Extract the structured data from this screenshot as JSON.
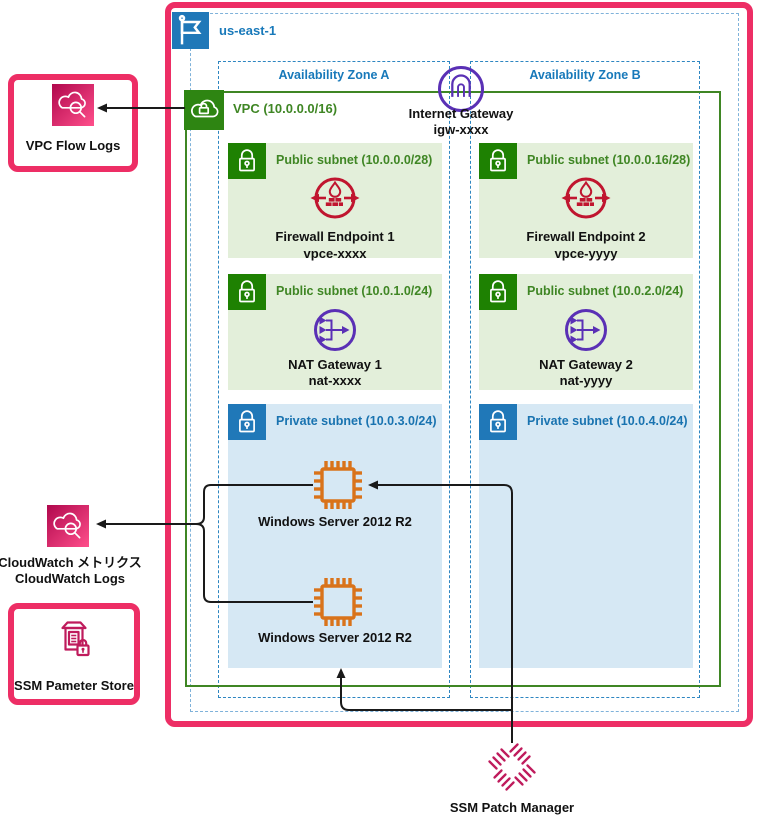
{
  "region": {
    "label": "us-east-1"
  },
  "azs": {
    "a": {
      "label": "Availability Zone A"
    },
    "b": {
      "label": "Availability Zone B"
    }
  },
  "vpc": {
    "label": "VPC (10.0.0.0/16)"
  },
  "igw": {
    "label": "Internet Gateway",
    "id": "igw-xxxx"
  },
  "subnets": {
    "fw_a": {
      "title": "Public subnet (10.0.0.0/28)",
      "resource": "Firewall Endpoint 1",
      "id": "vpce-xxxx"
    },
    "fw_b": {
      "title": "Public subnet (10.0.0.16/28)",
      "resource": "Firewall Endpoint 2",
      "id": "vpce-yyyy"
    },
    "nat_a": {
      "title": "Public subnet (10.0.1.0/24)",
      "resource": "NAT Gateway 1",
      "id": "nat-xxxx"
    },
    "nat_b": {
      "title": "Public subnet (10.0.2.0/24)",
      "resource": "NAT Gateway 2",
      "id": "nat-yyyy"
    },
    "priv_a": {
      "title": "Private subnet (10.0.3.0/24)",
      "server1": "Windows Server 2012 R2",
      "server2": "Windows Server 2012 R2"
    },
    "priv_b": {
      "title": "Private subnet (10.0.4.0/24)"
    }
  },
  "external": {
    "flow_logs": {
      "label": "VPC Flow Logs"
    },
    "cloudwatch": {
      "label1": "CloudWatch メトリクス",
      "label2": "CloudWatch Logs"
    },
    "parameter_store": {
      "label": "SSM Pameter Store"
    },
    "patch_manager": {
      "label": "SSM Patch Manager"
    }
  },
  "colors": {
    "pink_border": "#ED2E65",
    "icon_pink_dark": "#B0084D",
    "icon_pink_light": "#FF4F8B",
    "ssm_pink": "#BF1B5C",
    "green": "#3F8624",
    "green_icon": "#1E8102",
    "public_subnet_fill": "#E3EFDA",
    "blue": "#1879BA",
    "blue_icon": "#2078B8",
    "private_subnet_fill": "#D6E8F4",
    "purple": "#5A30B5",
    "firewall_red": "#C0152F",
    "ec2_orange": "#D9731A",
    "wire_black": "#1a1a1a"
  }
}
